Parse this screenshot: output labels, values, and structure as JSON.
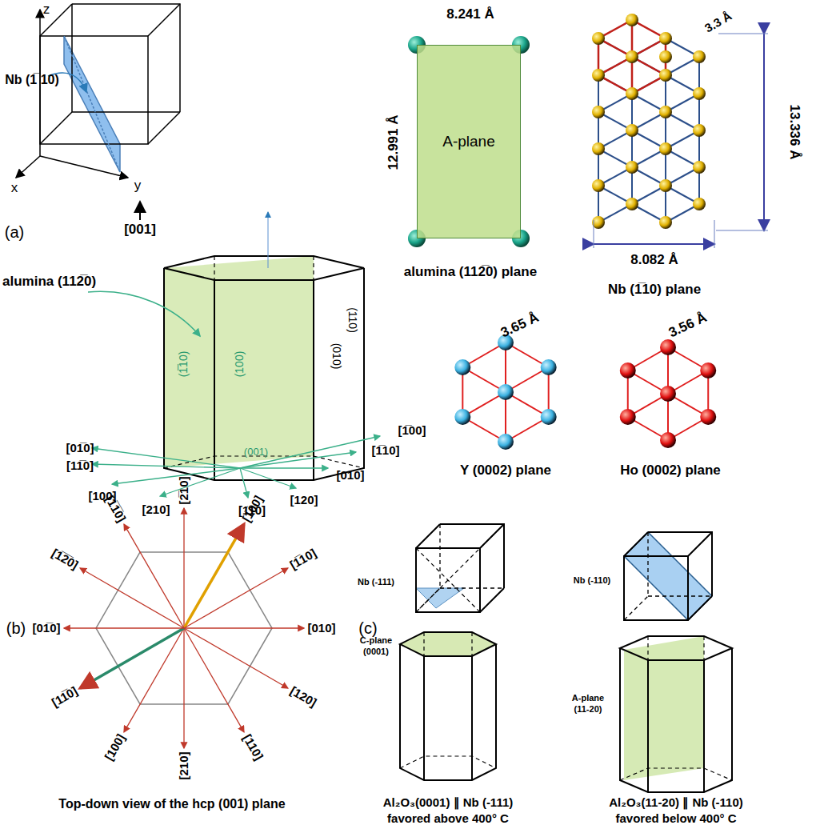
{
  "diagram": {
    "nodes": [
      {
        "text": [
          "A-plane"
        ]
      }
    ],
    "labels": [
      "z",
      "x",
      "y",
      "Nb (1̅ 10)",
      "(a)",
      "[001]",
      "alumina (112̅0)",
      "(1̅10)",
      "(100)",
      "(001)",
      "(010)",
      "(110)",
      "[01̅0]",
      "[11̅0]",
      "[100]",
      "[210]",
      "[110]",
      "[120]",
      "[010]",
      "[1̅10]",
      "[1̅00]",
      "8.241 Å",
      "12.991 Å",
      "alumina (112̅0) plane",
      "3.3 Å",
      "13.336 Å",
      "8.082 Å",
      "Nb (1̅10) plane",
      "3.65 Å",
      "Y (0002) plane",
      "3.56 Å",
      "Ho (0002) plane",
      "(b)",
      "[2̅10]",
      "[1̅00]",
      "[1̅10]",
      "[010]",
      "[120]",
      "[110]",
      "[210]",
      "[100]",
      "[11̅0]",
      "[01̅0]",
      "[1̅2̅0]",
      "[1̅1̅0]",
      "Top-down view of the hcp (001) plane",
      "(c)",
      "Nb (-111)",
      "C-plane",
      "(0001)",
      "Al₂O₃(0001) ∥ Nb (-111)",
      "favored above 400° C",
      "Nb (-110)",
      "A-plane",
      "(11-20)",
      "Al₂O₃(11-20) ∥ Nb (-110)",
      "favored below 400° C"
    ]
  }
}
